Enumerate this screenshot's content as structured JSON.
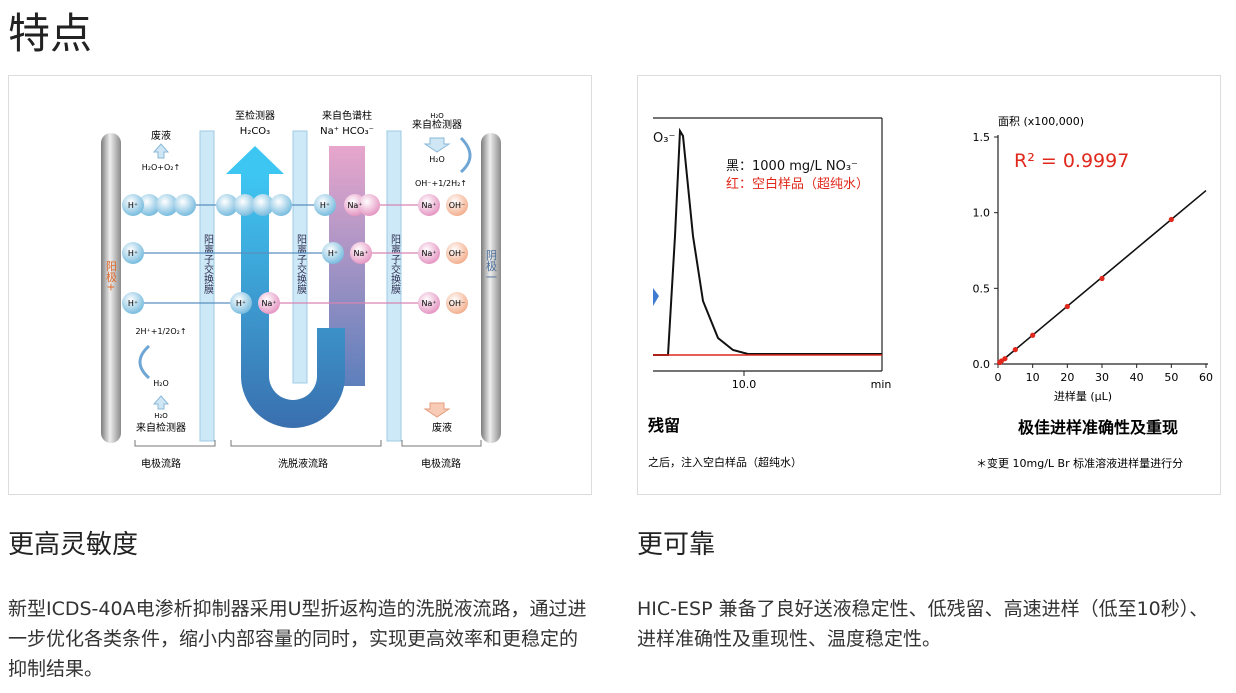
{
  "page": {
    "title": "特点"
  },
  "features": [
    {
      "heading": "更高灵敏度",
      "description": "新型ICDS-40A电渗析抑制器采用U型折返构造的洗脱液流路，通过进一步优化各类条件，缩小内部容量的同时，实现更高效率和更稳定的抑制结果。"
    },
    {
      "heading": "更可靠",
      "description": "HIC-ESP 兼备了良好送液稳定性、低残留、高速进样（低至10秒）、进样准确性及重现性、温度稳定性。"
    }
  ],
  "suppressor_diagram": {
    "anode_label": "阳极+",
    "cathode_label": "阴极一",
    "waste_top_left": "废液",
    "reaction_top_left": "H₂O+O₂↑",
    "to_detector_line1": "至检测器",
    "to_detector_line2": "H₂CO₃",
    "from_column_line1": "来自色谱柱",
    "from_column_line2": "Na⁺ HCO₃⁻",
    "top_right_h2o": "H₂O",
    "top_right_from_detector": "来自检测器",
    "top_right_h2o_2": "H₂O",
    "reaction_top_right": "OH⁻+1/2H₂↑",
    "membrane_label": "阳离子交换膜",
    "reaction_bottom_left": "2H⁺+1/2O₂↑",
    "bottom_left_h2o": "H₂O",
    "bottom_left_h2o_2": "H₂O",
    "bottom_left_from_detector": "来自检测器",
    "waste_bottom_right": "废液",
    "flow_electrode_left": "电极流路",
    "flow_eluent": "洗脱液流路",
    "flow_electrode_right": "电极流路",
    "ion_h": "H⁺",
    "ion_na": "Na⁺",
    "ion_oh": "OH⁻"
  },
  "chromatogram": {
    "peak_label": "O₃⁻",
    "legend_black": "黑：1000 mg/L NO₃⁻",
    "legend_red": "红：空白样品（超纯水）",
    "x_tick": "10.0",
    "x_unit": "min",
    "caption_title": "残留",
    "caption_text": "之后，注入空白样品（超纯水）",
    "colors": {
      "sample": "#111111",
      "blank": "#e0281c"
    }
  },
  "chart_data": {
    "type": "scatter",
    "title": "极佳进样准确性及重现",
    "xlabel": "进样量 (μL)",
    "ylabel": "面积 (x100,000)",
    "annotation": "R² = 0.9997",
    "footnote": "＊变更 10mg/L Br 标准溶液进样量进行分",
    "xlim": [
      0,
      60
    ],
    "ylim": [
      0,
      1.5
    ],
    "x_ticks": [
      0,
      10,
      20,
      30,
      40,
      50,
      60
    ],
    "y_ticks": [
      0.0,
      0.5,
      1.0,
      1.5
    ],
    "x_tick_labels": [
      "0",
      "10",
      "20",
      "30",
      "40",
      "50",
      "60"
    ],
    "y_tick_labels": [
      "0.0",
      "0.5",
      "1.0",
      "1.5"
    ],
    "series": [
      {
        "x": [
          0.5,
          1,
          2,
          5,
          10,
          20,
          30,
          50
        ],
        "y": [
          0.01,
          0.02,
          0.035,
          0.095,
          0.19,
          0.38,
          0.565,
          0.955
        ]
      }
    ],
    "fit": {
      "slope": 0.0191,
      "intercept": 0.0
    },
    "colors": {
      "points": "#e0281c",
      "line": "#111111",
      "annotation": "#e0281c"
    }
  }
}
